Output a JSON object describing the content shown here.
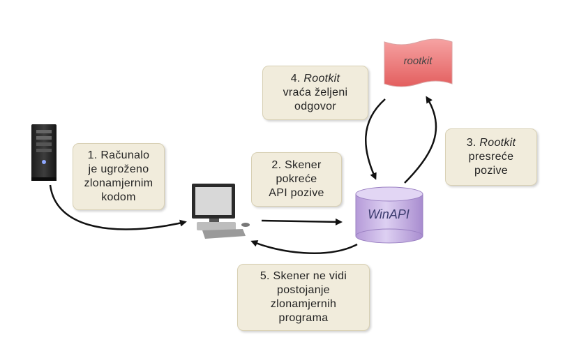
{
  "step1": {
    "lines": [
      "1. Računalo",
      "je ugroženo",
      "zlonamjernim",
      "kodom"
    ]
  },
  "step2": {
    "lines": [
      "2. Skener",
      "pokreće",
      "API pozive"
    ]
  },
  "step3": {
    "prefix": "3. ",
    "italic": "Rootkit",
    "lines": [
      "presreće",
      "pozive"
    ]
  },
  "step4": {
    "prefix": "4. ",
    "italic": "Rootkit",
    "lines": [
      "vraća željeni",
      "odgovor"
    ]
  },
  "step5": {
    "lines": [
      "5. Skener ne vidi",
      "postojanje",
      "zlonamjernih",
      "programa"
    ]
  },
  "rootkit_label": "rootkit",
  "winapi_label": "WinAPI",
  "colors": {
    "note_bg": "#f1ecdc",
    "rootkit_fill": "#f07878",
    "winapi_fill": "#c9b3e6"
  }
}
